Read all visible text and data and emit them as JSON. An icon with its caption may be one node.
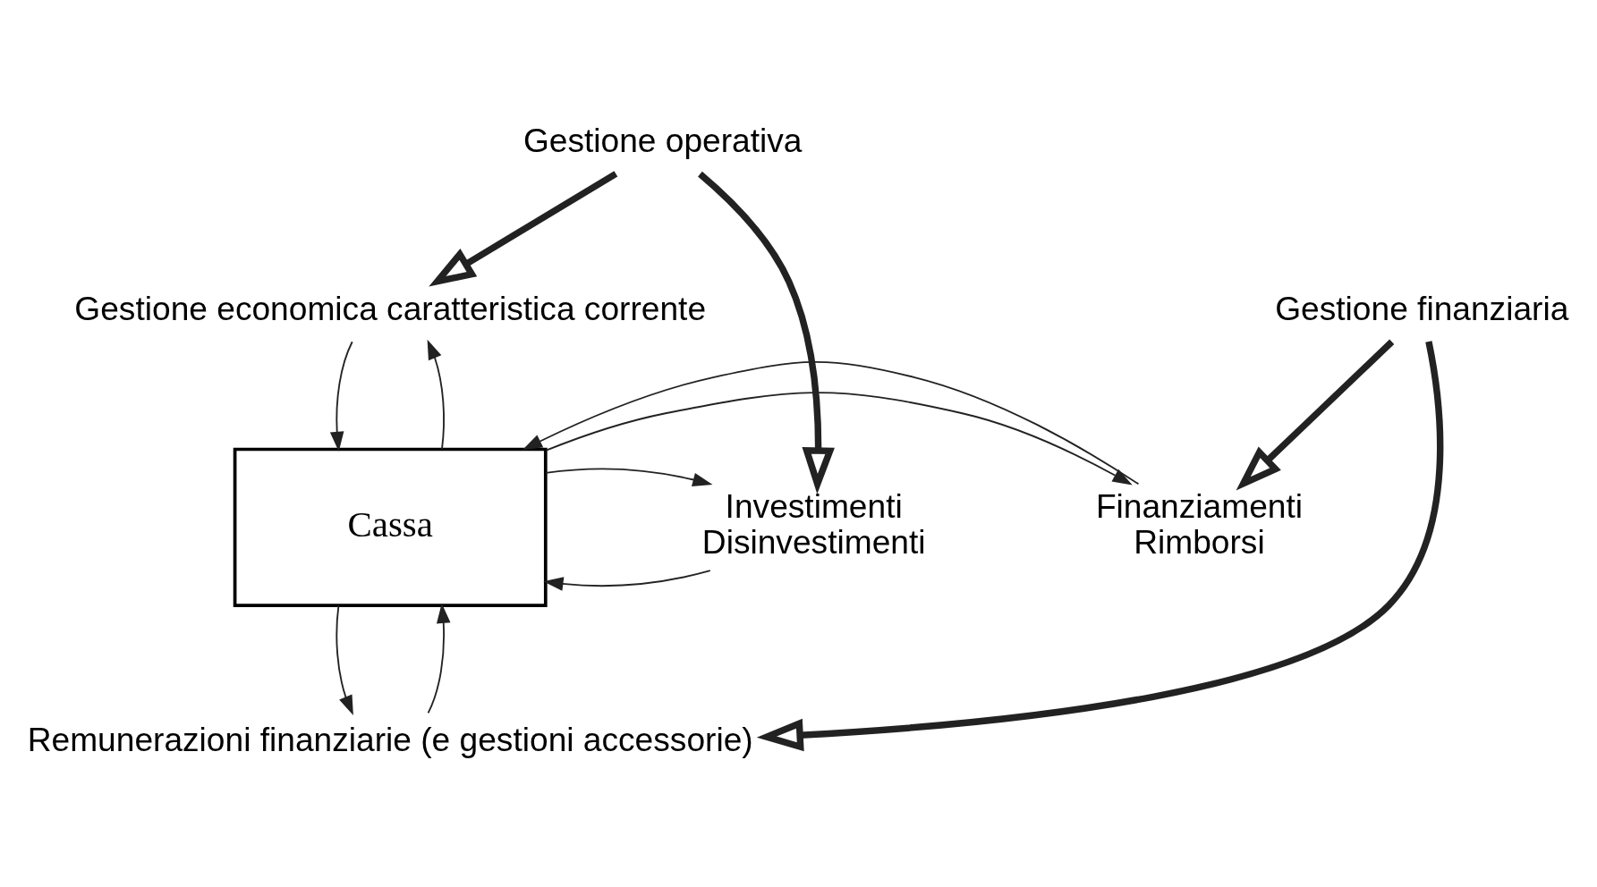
{
  "diagram": {
    "nodes": [
      {
        "text": [
          "Gestione operativa"
        ]
      },
      {
        "text": [
          "Gestione economica caratteristica corrente"
        ]
      },
      {
        "text": [
          "Investimenti",
          "Disinvestimenti"
        ]
      },
      {
        "text": [
          "Cassa"
        ]
      },
      {
        "text": [
          "Finanziamenti",
          "Rimborsi"
        ]
      },
      {
        "text": [
          "Remunerazioni finanziarie (e gestioni accessorie)"
        ]
      },
      {
        "text": [
          "Gestione finanziaria"
        ]
      }
    ],
    "edges": [
      {
        "from": 0,
        "to": 1,
        "arrow": "to",
        "style": "thick"
      },
      {
        "from": 0,
        "to": 2,
        "arrow": "to",
        "style": "thick"
      },
      {
        "from": 1,
        "to": 3,
        "arrow": "to"
      },
      {
        "from": 3,
        "to": 1,
        "arrow": "to"
      },
      {
        "from": 2,
        "to": 3,
        "arrow": "to"
      },
      {
        "from": 3,
        "to": 2,
        "arrow": "to"
      },
      {
        "from": 3,
        "to": 4,
        "arrow": "to"
      },
      {
        "from": 4,
        "to": 3,
        "arrow": "to"
      },
      {
        "from": 3,
        "to": 5,
        "arrow": "to"
      },
      {
        "from": 5,
        "to": 3,
        "arrow": "to"
      },
      {
        "from": 6,
        "to": 5,
        "arrow": "to",
        "style": "thick"
      },
      {
        "from": 6,
        "to": 4,
        "arrow": "to",
        "style": "thick"
      }
    ]
  }
}
